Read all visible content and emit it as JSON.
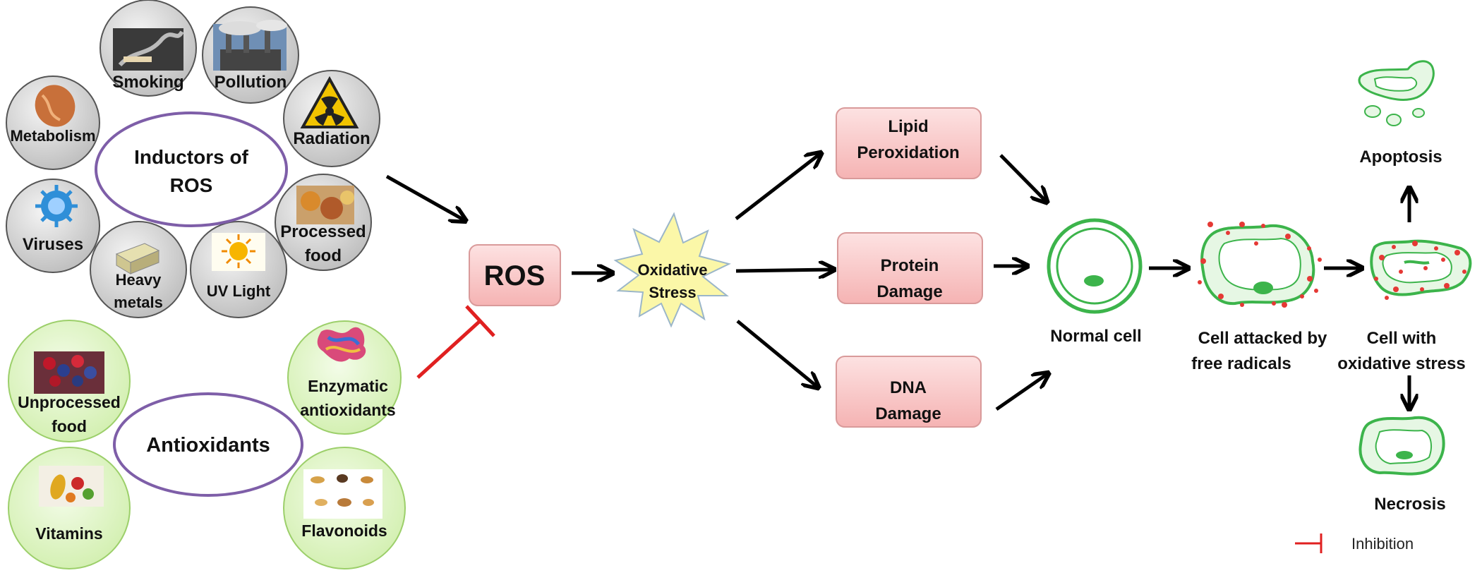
{
  "inductors": {
    "title_line1": "Inductors of",
    "title_line2": "ROS",
    "items": [
      {
        "label": "Smoking"
      },
      {
        "label": "Pollution"
      },
      {
        "label": "Metabolism"
      },
      {
        "label": "Radiation"
      },
      {
        "label": "Viruses"
      },
      {
        "label": "Processed",
        "label2": "food"
      },
      {
        "label": "Heavy",
        "label2": "metals"
      },
      {
        "label": "UV Light"
      }
    ]
  },
  "antioxidants": {
    "title": "Antioxidants",
    "items": [
      {
        "label": "Unprocessed",
        "label2": "food"
      },
      {
        "label": "Enzymatic",
        "label2": "antioxidants"
      },
      {
        "label": "Vitamins"
      },
      {
        "label": "Flavonoids"
      }
    ]
  },
  "ros": "ROS",
  "oxidative_stress": {
    "line1": "Oxidative",
    "line2": "Stress"
  },
  "damage": [
    {
      "line1": "Lipid",
      "line2": "Peroxidation"
    },
    {
      "line1": "Protein",
      "line2": "Damage"
    },
    {
      "line1": "DNA",
      "line2": "Damage"
    }
  ],
  "cells": {
    "normal": "Normal cell",
    "attacked_line1": "Cell attacked by",
    "attacked_line2": "free radicals",
    "stress_line1": "Cell with",
    "stress_line2": "oxidative stress",
    "apoptosis": "Apoptosis",
    "necrosis": "Necrosis"
  },
  "legend": {
    "inhibition": "Inhibition"
  },
  "colors": {
    "pink_box": "#f9c9c9",
    "pink_border": "#d98c8c",
    "green_circle": "#dff5c4",
    "gray_circle": "#d2d2d2",
    "ellipse_stroke": "#7e5ea8",
    "cell_green": "#3cb44b",
    "radical_red": "#e53935",
    "inhibition_red": "#e02020",
    "star_fill": "#fbf7a8"
  }
}
